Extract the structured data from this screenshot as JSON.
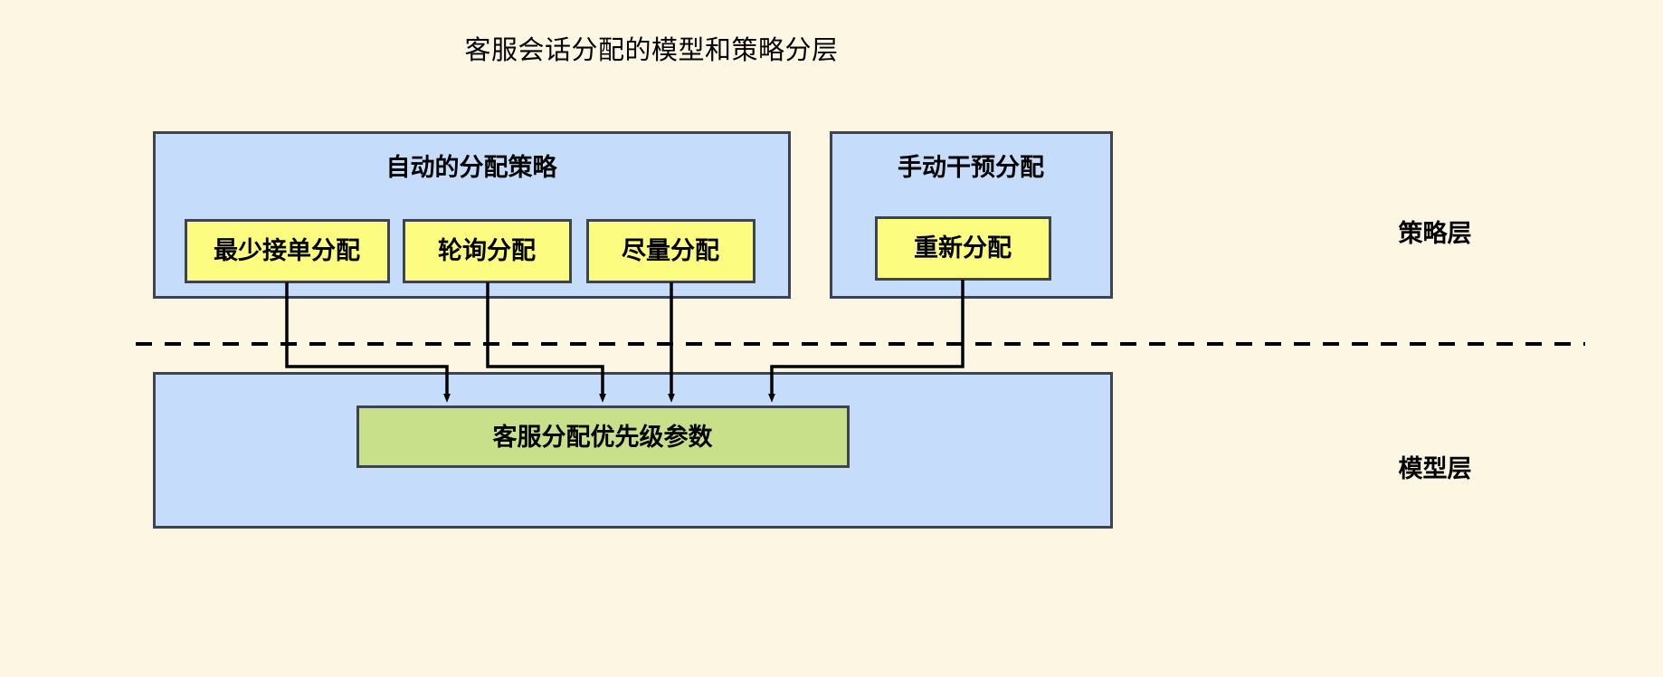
{
  "page": {
    "title": "客服会话分配的模型和策略分层",
    "background_color": "#fdf6e3",
    "box_fill": "#c5ddfa",
    "box_stroke": "#3d4450",
    "node_fill": "#fcfc80",
    "node_stroke": "#3d4450",
    "param_fill": "#c9e08a",
    "param_stroke": "#3d4450",
    "connector_color": "#000000",
    "divider_color": "#000000"
  },
  "strategy_layer": {
    "label": "策略层",
    "groups": [
      {
        "id": "auto",
        "title": "自动的分配策略",
        "nodes": [
          {
            "id": "least-orders",
            "label": "最少接单分配"
          },
          {
            "id": "round-robin",
            "label": "轮询分配"
          },
          {
            "id": "best-effort",
            "label": "尽量分配"
          }
        ]
      },
      {
        "id": "manual",
        "title": "手动干预分配",
        "nodes": [
          {
            "id": "reassign",
            "label": "重新分配"
          }
        ]
      }
    ]
  },
  "model_layer": {
    "label": "模型层",
    "nodes": [
      {
        "id": "priority-param",
        "label": "客服分配优先级参数"
      }
    ]
  },
  "connections": [
    {
      "from": "least-orders",
      "to": "priority-param"
    },
    {
      "from": "round-robin",
      "to": "priority-param"
    },
    {
      "from": "best-effort",
      "to": "priority-param"
    },
    {
      "from": "reassign",
      "to": "priority-param"
    }
  ]
}
